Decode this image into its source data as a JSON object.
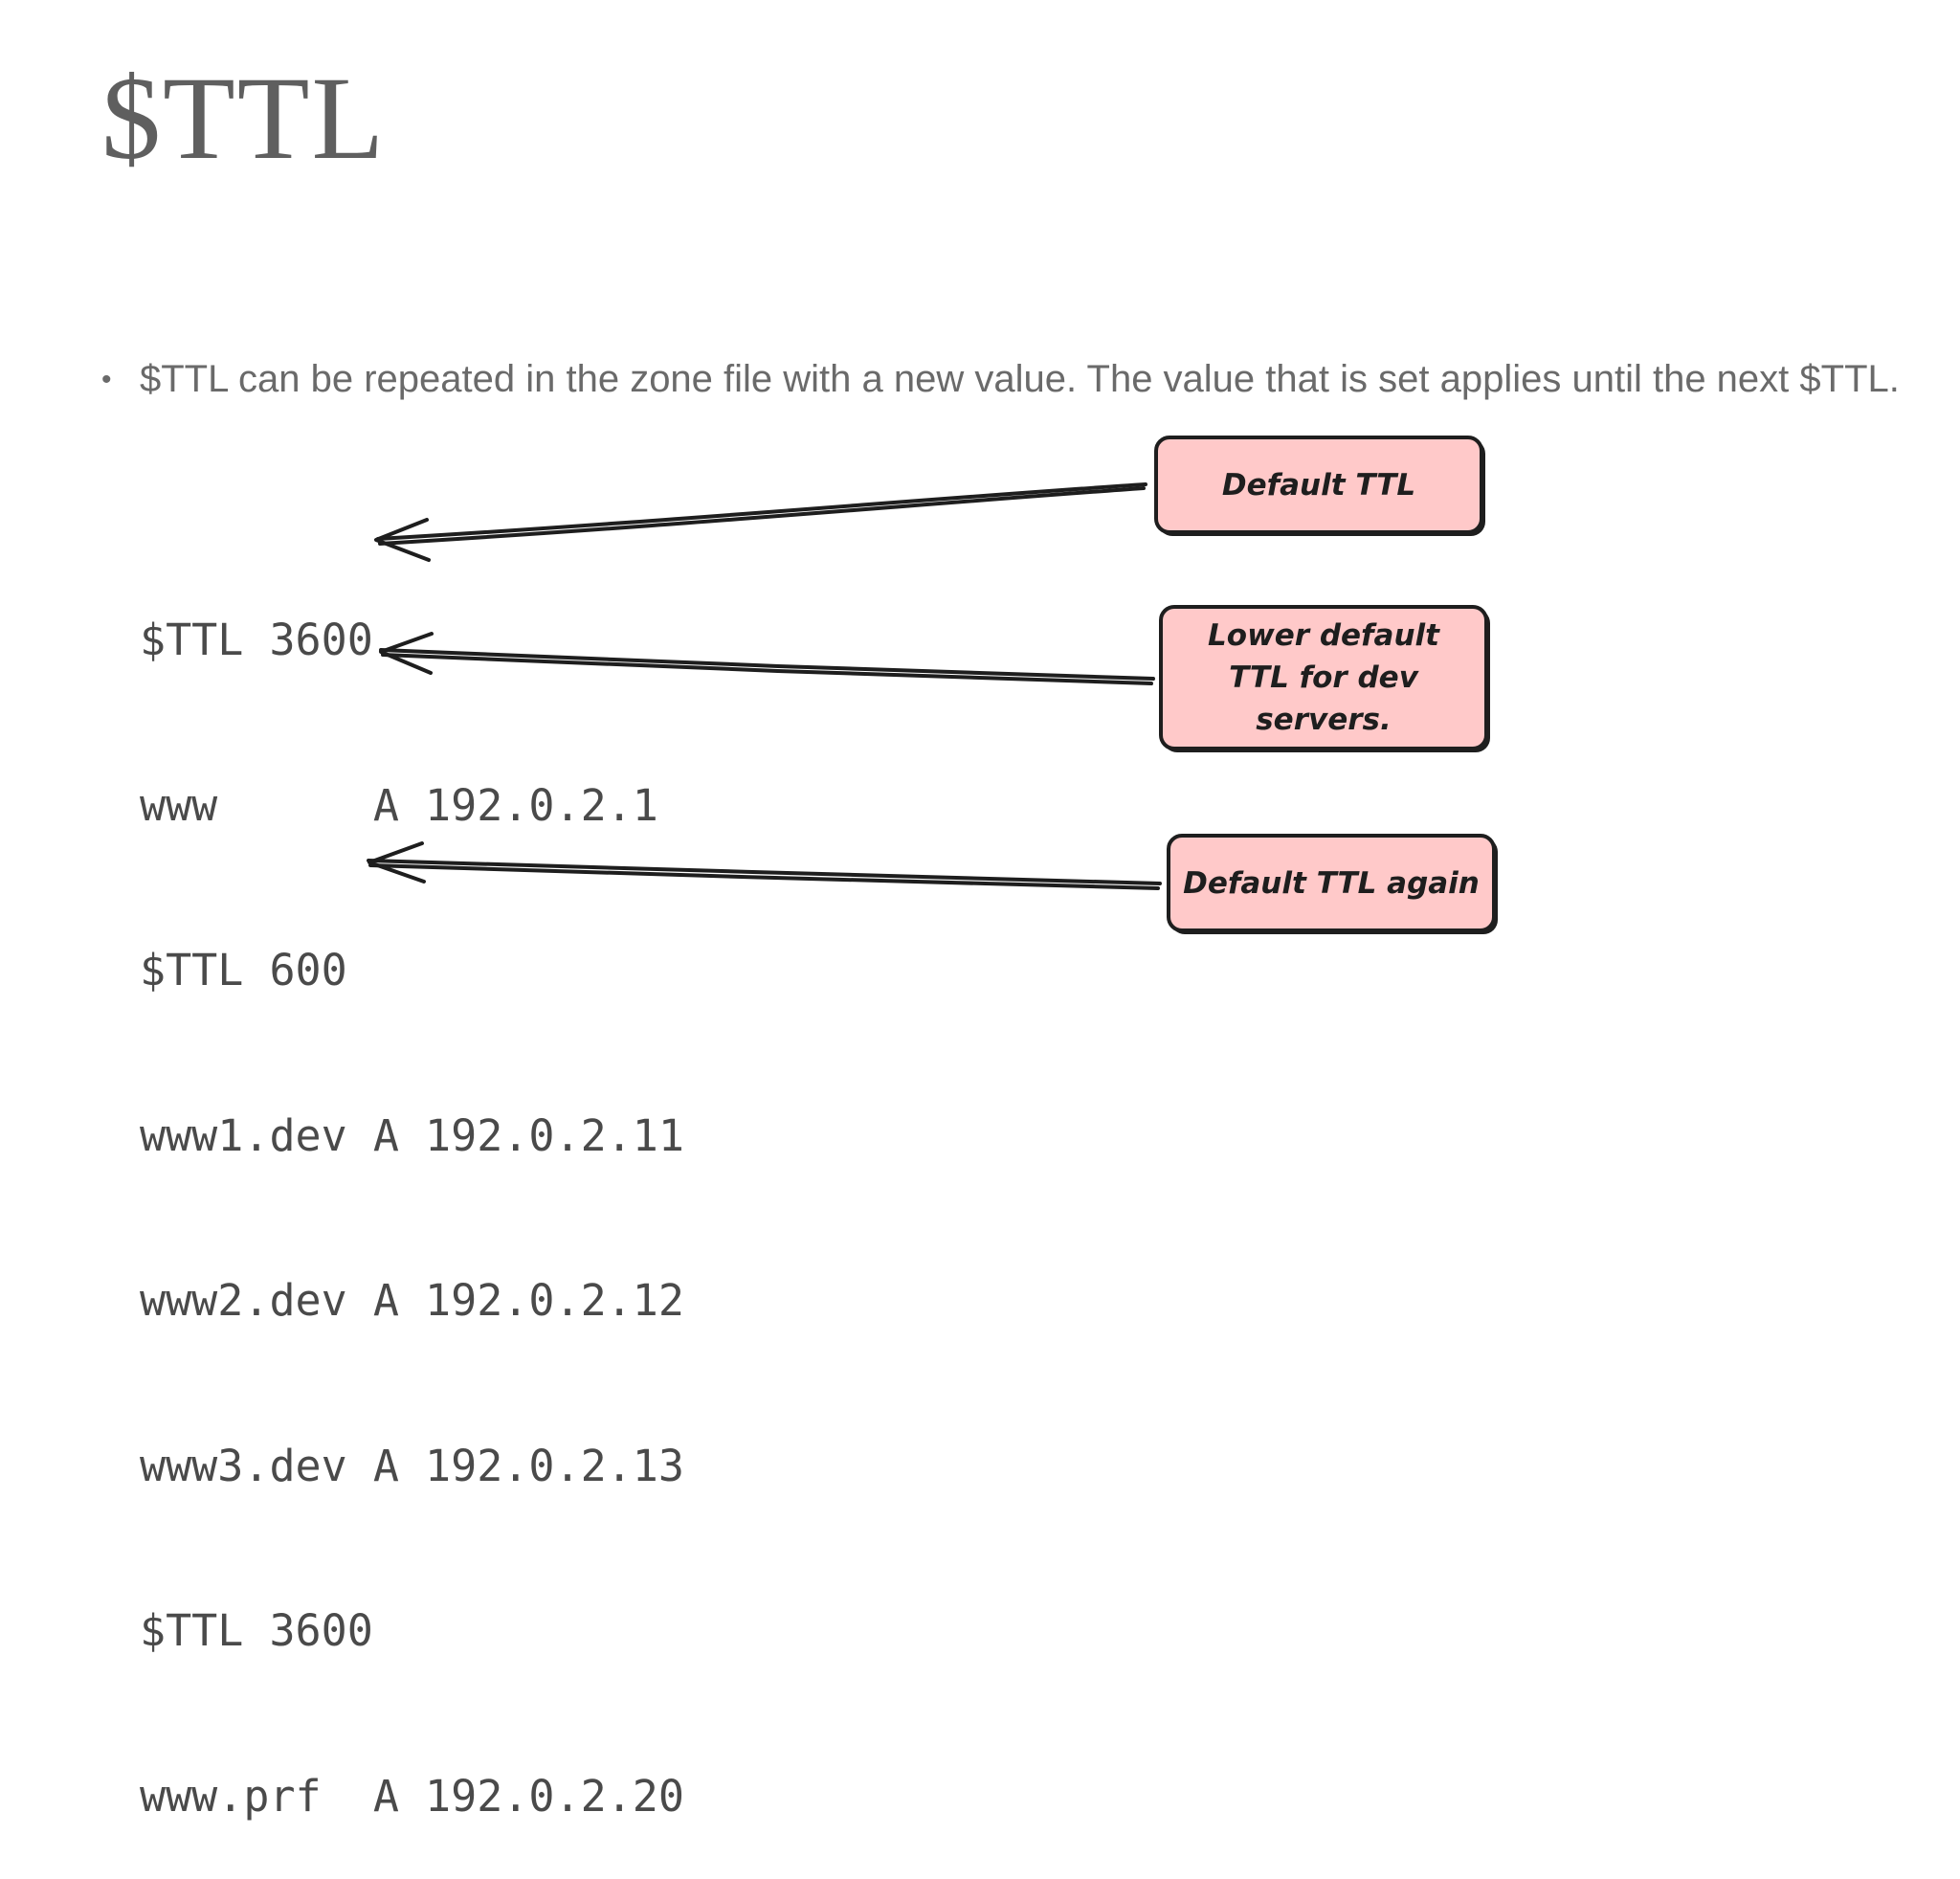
{
  "slide": {
    "title": "$TTL",
    "bullet_marker": "•",
    "bullet_text": "$TTL can be repeated in the zone file with a new value. The value that is set applies until the next $TTL."
  },
  "zone_file": {
    "lines": [
      "$TTL 3600",
      "www      A 192.0.2.1",
      "$TTL 600",
      "www1.dev A 192.0.2.11",
      "www2.dev A 192.0.2.12",
      "www3.dev A 192.0.2.13",
      "$TTL 3600",
      "www.prf  A 192.0.2.20"
    ]
  },
  "callouts": {
    "default": "Default TTL",
    "lower": "Lower default TTL for dev servers.",
    "again": "Default TTL again"
  },
  "colors": {
    "callout_fill": "#ffc9c9",
    "stroke": "#1e1e1e",
    "title_text": "#5f5f5f",
    "body_text": "#6a6a6a",
    "code_text": "#4a4a4a"
  }
}
